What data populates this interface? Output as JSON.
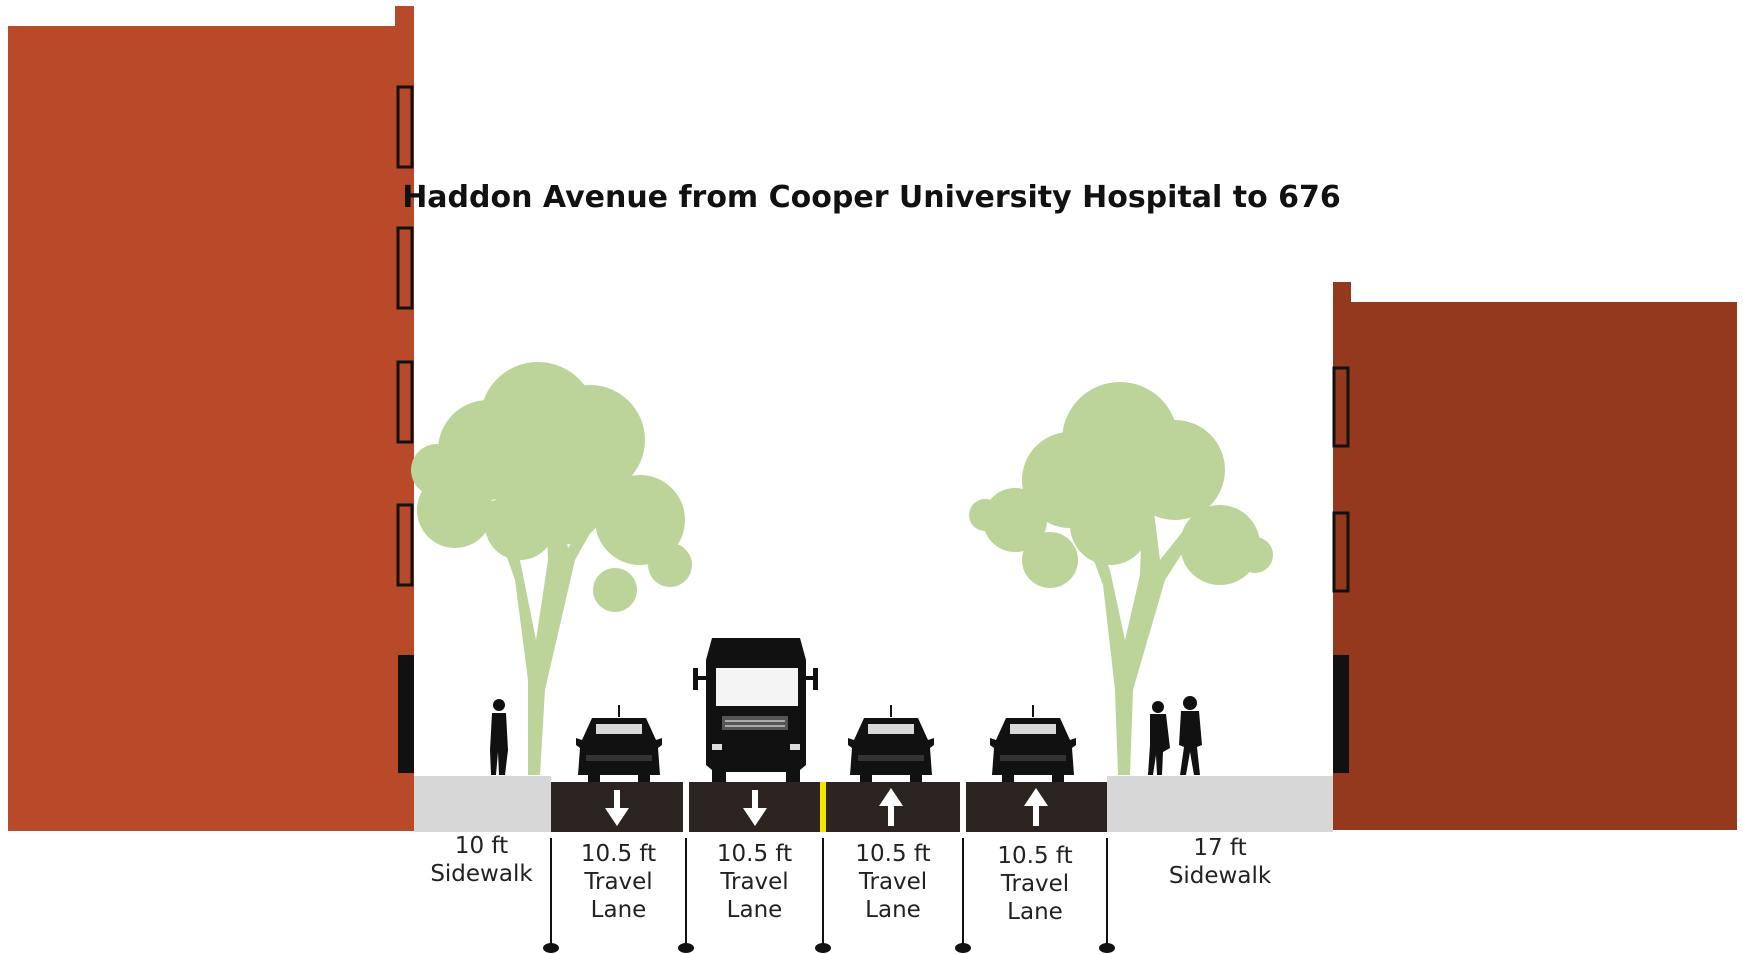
{
  "title": "Haddon Avenue from Cooper University Hospital to 676",
  "segments": [
    {
      "width": "10 ft",
      "label": "Sidewalk",
      "kind": "sidewalk"
    },
    {
      "width": "10.5 ft",
      "label": "Travel",
      "label2": "Lane",
      "kind": "lane",
      "direction": "down",
      "vehicle": "car"
    },
    {
      "width": "10.5 ft",
      "label": "Travel",
      "label2": "Lane",
      "kind": "lane",
      "direction": "down",
      "vehicle": "truck"
    },
    {
      "width": "10.5 ft",
      "label": "Travel",
      "label2": "Lane",
      "kind": "lane",
      "direction": "up",
      "vehicle": "car"
    },
    {
      "width": "10.5 ft",
      "label": "Travel",
      "label2": "Lane",
      "kind": "lane",
      "direction": "up",
      "vehicle": "car"
    },
    {
      "width": "17 ft",
      "label": "Sidewalk",
      "kind": "sidewalk"
    }
  ],
  "colors": {
    "building_left": "#b84a2a",
    "building_right": "#95391e",
    "sidewalk": "#d7d7d7",
    "lane": "#2b2420",
    "center_line": "#f2e600",
    "tree": "#bcd49a",
    "silhouette": "#111111"
  }
}
